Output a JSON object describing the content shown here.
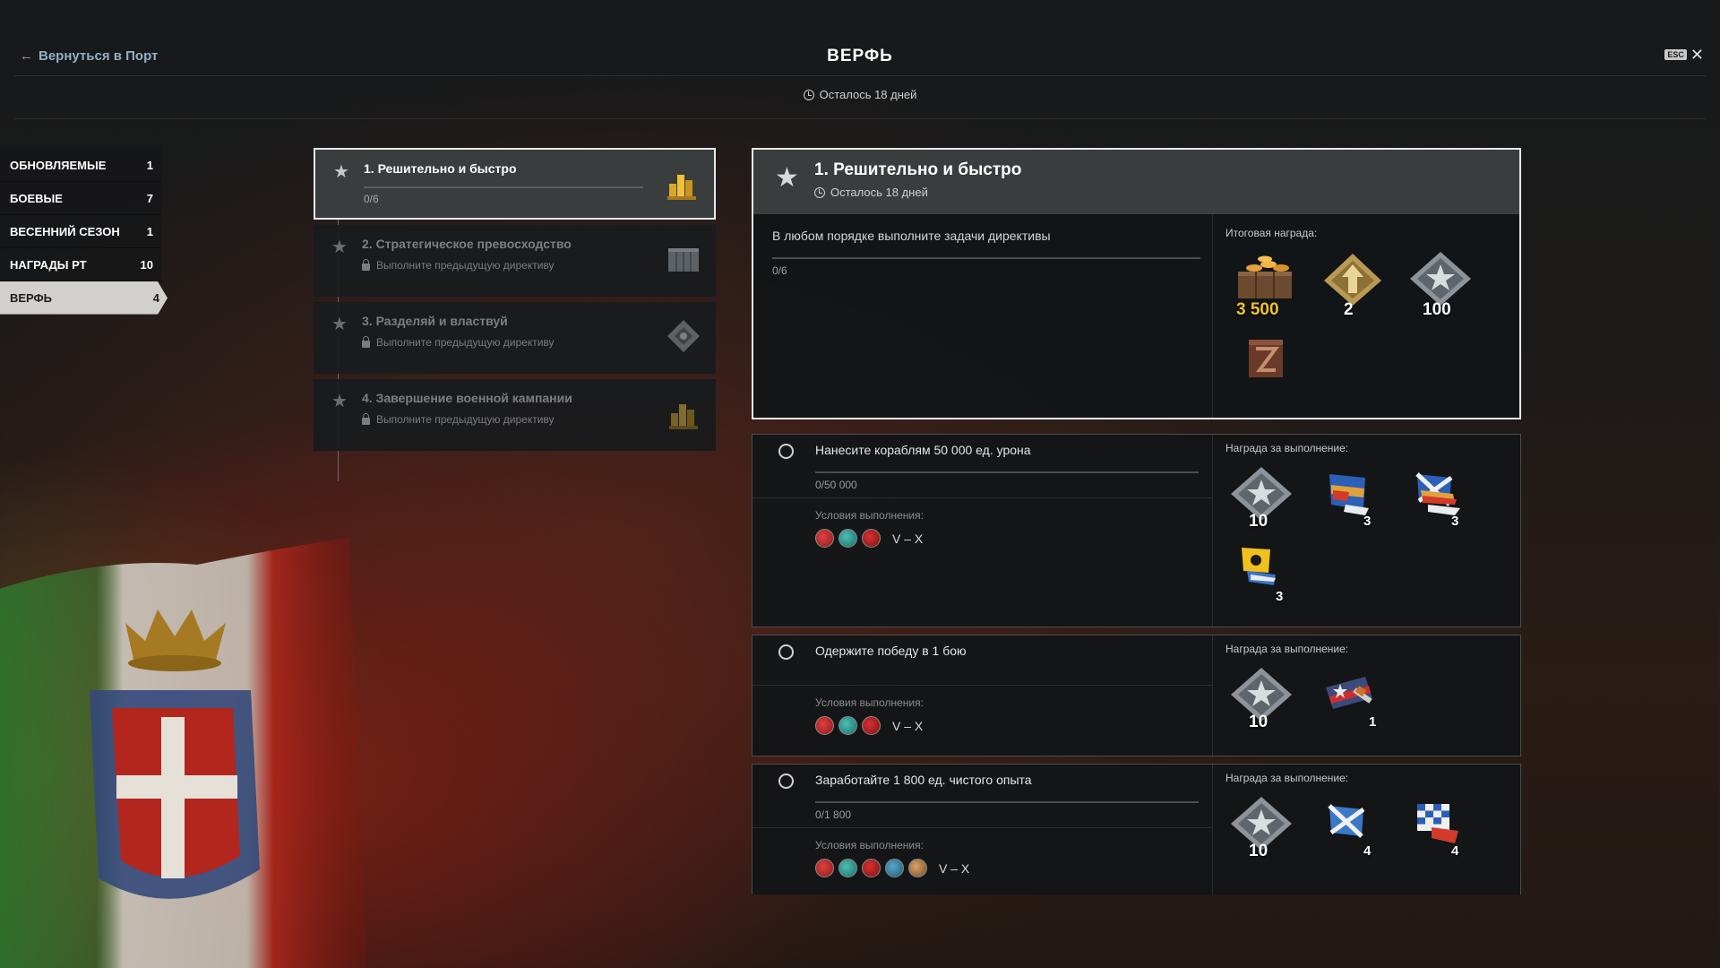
{
  "header": {
    "back_label": "Вернуться в Порт",
    "title": "ВЕРФЬ",
    "time_left": "Осталось 18 дней",
    "esc_label": "ESC",
    "close_symbol": "✕"
  },
  "sidebar": {
    "items": [
      {
        "label": "ОБНОВЛЯЕМЫЕ",
        "count": "1",
        "active": false
      },
      {
        "label": "БОЕВЫЕ",
        "count": "7",
        "active": false
      },
      {
        "label": "ВЕСЕННИЙ СЕЗОН",
        "count": "1",
        "active": false
      },
      {
        "label": "НАГРАДЫ РТ",
        "count": "10",
        "active": false
      },
      {
        "label": "ВЕРФЬ",
        "count": "4",
        "active": true
      }
    ]
  },
  "directives": [
    {
      "title": "1. Решительно и быстро",
      "progress": "0/6",
      "locked": false,
      "icon": "gold-bars-icon"
    },
    {
      "title": "2. Стратегическое превосходство",
      "lock_text": "Выполните предыдущую директиву",
      "locked": true,
      "icon": "steel-container-icon"
    },
    {
      "title": "3. Разделяй и властвуй",
      "lock_text": "Выполните предыдущую директиву",
      "locked": true,
      "icon": "diamond-badge-icon"
    },
    {
      "title": "4. Завершение военной кампании",
      "lock_text": "Выполните предыдущую директиву",
      "locked": true,
      "icon": "gold-bars-icon"
    }
  ],
  "detail": {
    "title": "1. Решительно и быстро",
    "time_left": "Осталось 18 дней",
    "description": "В любом порядке выполните задачи директивы",
    "progress": "0/6",
    "final_reward_label": "Итоговая награда:",
    "final_rewards": [
      {
        "icon": "doubloons-crate-icon",
        "qty": "3 500"
      },
      {
        "icon": "shipyard-token-icon",
        "qty": "2"
      },
      {
        "icon": "silver-star-token-icon",
        "qty": "100"
      },
      {
        "icon": "supply-container-icon",
        "qty": ""
      }
    ]
  },
  "tasks": [
    {
      "title": "Нанесите кораблям 50 000 ед. урона",
      "progress": "0/50 000",
      "conditions_label": "Условия выполнения:",
      "tiers": "V – X",
      "nations": [
        "italy-icon",
        "netherlands-icon",
        "ussr-icon"
      ],
      "reward_label": "Награда за выполнение:",
      "rewards": [
        {
          "icon": "silver-star-token-icon",
          "qty": "10"
        },
        {
          "icon": "signal-flag-blue-red-icon",
          "qty": "3"
        },
        {
          "icon": "signal-flag-cross-icon",
          "qty": "3"
        },
        {
          "icon": "signal-flag-yellow-icon",
          "qty": "3"
        }
      ]
    },
    {
      "title": "Одержите победу в 1 бою",
      "progress": "",
      "conditions_label": "Условия выполнения:",
      "tiers": "V – X",
      "nations": [
        "italy-icon",
        "netherlands-icon",
        "ussr-icon"
      ],
      "reward_label": "Награда за выполнение:",
      "rewards": [
        {
          "icon": "silver-star-token-icon",
          "qty": "10"
        },
        {
          "icon": "camouflage-icon",
          "qty": "1"
        }
      ]
    },
    {
      "title": "Заработайте 1 800 ед. чистого опыта",
      "progress": "0/1 800",
      "conditions_label": "Условия выполнения:",
      "tiers": "V – X",
      "nations": [
        "italy-icon",
        "netherlands-icon",
        "ussr-icon",
        "pan-asia-icon",
        "commonwealth-icon"
      ],
      "reward_label": "Награда за выполнение:",
      "rewards": [
        {
          "icon": "silver-star-token-icon",
          "qty": "10"
        },
        {
          "icon": "signal-flag-blue-cross-icon",
          "qty": "4"
        },
        {
          "icon": "signal-flag-checker-icon",
          "qty": "4"
        }
      ]
    }
  ]
}
